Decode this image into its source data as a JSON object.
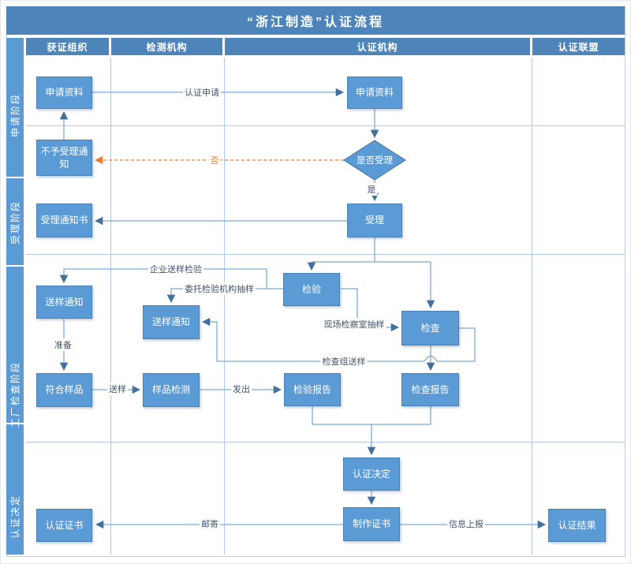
{
  "title": "“浙江制造”认证流程",
  "columns": [
    "获证组织",
    "检测机构",
    "认证机构",
    "认证联盟"
  ],
  "phases": [
    "申请阶段",
    "受理阶段",
    "工厂检查阶段",
    "认证决定"
  ],
  "nodes": {
    "apply_docs_org": "申请资料",
    "apply_docs_cert": "申请资料",
    "reject_notice": "不予受理通知",
    "is_accepted": "是否受理",
    "accept": "受理",
    "accept_notice": "受理通知书",
    "testing": "检验",
    "inspection": "检查",
    "sample_notice_org": "送样通知",
    "sample_notice_lab": "送样通知",
    "qualified_sample": "符合样品",
    "sample_testing": "样品检测",
    "test_report": "检验报告",
    "inspect_report": "检查报告",
    "cert_decision": "认证决定",
    "make_cert": "制作证书",
    "certificate": "认证证书",
    "cert_result": "认证结果"
  },
  "edge_labels": {
    "apply": "认证申请",
    "no": "否",
    "yes": "是",
    "enterprise_sampling": "企业送样检验",
    "entrust_sampling": "委托检验机构抽样",
    "onsite_sampling": "现场检察室抽样",
    "team_sampling": "检查组送样",
    "prepare": "准备",
    "send_sample": "送样",
    "issue": "发出",
    "mail": "邮寄",
    "report_info": "信息上报"
  },
  "colors": {
    "header_bar": "#4d84ba",
    "shape_fill": "#5b9bd5",
    "shape_border": "#41719c",
    "connector": "#7ea8d9",
    "arrow": "#41719c",
    "reject_dashed": "#ed7d31",
    "edge_label_text": "#44546a",
    "grid_line": "#b3c9e2"
  }
}
